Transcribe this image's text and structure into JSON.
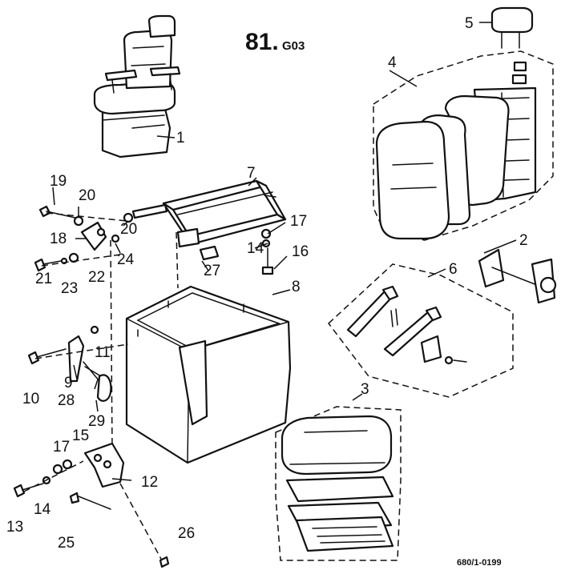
{
  "title": {
    "main": "81.",
    "sub": "G03"
  },
  "reference": "680/1-0199",
  "parts": [
    {
      "id": "p1",
      "number": "1"
    },
    {
      "id": "p2",
      "number": "2"
    },
    {
      "id": "p3",
      "number": "3"
    },
    {
      "id": "p4",
      "number": "4"
    },
    {
      "id": "p5",
      "number": "5"
    },
    {
      "id": "p6",
      "number": "6"
    },
    {
      "id": "p7",
      "number": "7"
    },
    {
      "id": "p8",
      "number": "8"
    },
    {
      "id": "p9",
      "number": "9"
    },
    {
      "id": "p10",
      "number": "10"
    },
    {
      "id": "p11",
      "number": "11"
    },
    {
      "id": "p12",
      "number": "12"
    },
    {
      "id": "p13",
      "number": "13"
    },
    {
      "id": "p14a",
      "number": "14"
    },
    {
      "id": "p14b",
      "number": "14"
    },
    {
      "id": "p15",
      "number": "15"
    },
    {
      "id": "p16",
      "number": "16"
    },
    {
      "id": "p17a",
      "number": "17"
    },
    {
      "id": "p17b",
      "number": "17"
    },
    {
      "id": "p18",
      "number": "18"
    },
    {
      "id": "p19",
      "number": "19"
    },
    {
      "id": "p20a",
      "number": "20"
    },
    {
      "id": "p20b",
      "number": "20"
    },
    {
      "id": "p21",
      "number": "21"
    },
    {
      "id": "p22",
      "number": "22"
    },
    {
      "id": "p23",
      "number": "23"
    },
    {
      "id": "p24",
      "number": "24"
    },
    {
      "id": "p25",
      "number": "25"
    },
    {
      "id": "p26",
      "number": "26"
    },
    {
      "id": "p27",
      "number": "27"
    },
    {
      "id": "p28",
      "number": "28"
    },
    {
      "id": "p29",
      "number": "29"
    }
  ]
}
